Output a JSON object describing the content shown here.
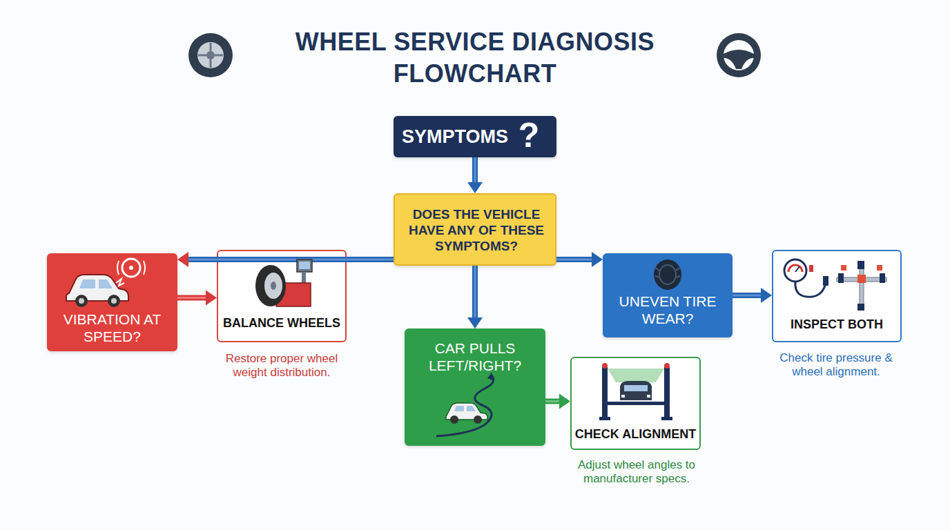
{
  "diagram": {
    "title": "WHEEL SERVICE DIAGNOSIS FLOWCHART",
    "nodes": [
      {
        "text": [
          "SYMPTOMS",
          "?"
        ]
      },
      {
        "text": [
          "DOES THE VEHICLE HAVE ANY OF THESE SYMPTOMS?"
        ]
      },
      {
        "text": [
          "VIBRATION AT SPEED?"
        ]
      },
      {
        "text": [
          "BALANCE WHEELS",
          "Restore proper wheel weight distribution."
        ]
      },
      {
        "text": [
          "CAR PULLS LEFT/RIGHT?"
        ]
      },
      {
        "text": [
          "CHECK ALIGNMENT",
          "Adjust wheel angles to manufacturer specs."
        ]
      },
      {
        "text": [
          "UNEVEN TIRE WEAR?"
        ]
      },
      {
        "text": [
          "INSPECT BOTH",
          "Check tire pressure & wheel alignment."
        ]
      }
    ],
    "edges": [
      {
        "from": 0,
        "to": 1,
        "arrow": "to"
      },
      {
        "from": 1,
        "to": 2,
        "arrow": "to"
      },
      {
        "from": 1,
        "to": 4,
        "arrow": "to"
      },
      {
        "from": 1,
        "to": 6,
        "arrow": "to"
      },
      {
        "from": 2,
        "to": 3,
        "arrow": "to"
      },
      {
        "from": 4,
        "to": 5,
        "arrow": "to"
      },
      {
        "from": 6,
        "to": 7,
        "arrow": "to"
      }
    ]
  }
}
